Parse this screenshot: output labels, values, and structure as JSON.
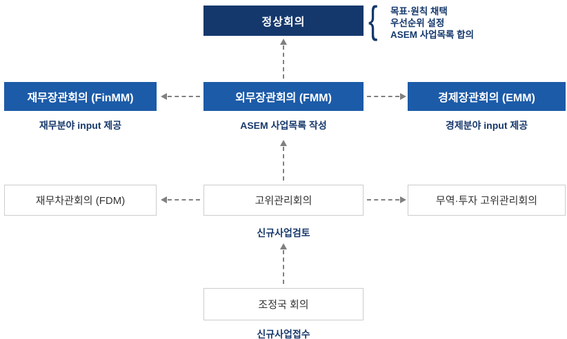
{
  "colors": {
    "navy": "#14386c",
    "blue": "#1c5ba8",
    "caption": "#17386b",
    "arrow": "#808080",
    "box-border": "#cccccc",
    "box-text": "#333333"
  },
  "diagram": {
    "summit": {
      "label": "정상회의",
      "notes": [
        "목표·원칙 채택",
        "우선순위 설정",
        "ASEM 사업목록 합의"
      ]
    },
    "ministerial_row": {
      "finance": {
        "label": "재무장관회의 (FinMM)",
        "caption": "재무분야 input 제공"
      },
      "foreign": {
        "label": "외무장관회의 (FMM)",
        "caption": "ASEM 사업목록 작성"
      },
      "economic": {
        "label": "경제장관회의 (EMM)",
        "caption": "경제분야 input 제공"
      }
    },
    "senior_row": {
      "finance_deputy": {
        "label": "재무차관회의 (FDM)"
      },
      "som": {
        "label": "고위관리회의",
        "caption": "신규사업검토"
      },
      "trade_som": {
        "label": "무역·투자 고위관리회의"
      }
    },
    "coordinator": {
      "label": "조정국 회의",
      "caption": "신규사업접수"
    }
  }
}
